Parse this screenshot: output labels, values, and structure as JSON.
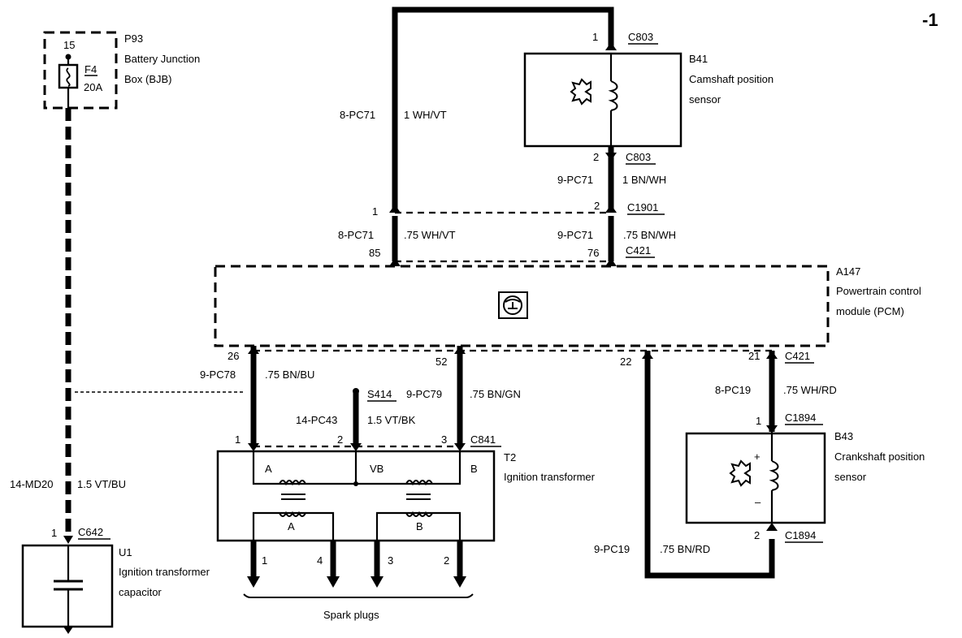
{
  "page_marker": "-1",
  "bjb": {
    "pin": "15",
    "id": "P93",
    "line1": "Battery Junction",
    "line2": "Box (BJB)",
    "fuse_id": "F4",
    "fuse_rating": "20A"
  },
  "cmp": {
    "id": "B41",
    "line1": "Camshaft position",
    "line2": "sensor",
    "conn_top": "C803",
    "conn_bottom": "C803",
    "pin_top": "1",
    "pin_bottom": "2"
  },
  "wires": {
    "w8pc71_upper_circuit": "8-PC71",
    "w8pc71_upper_color": "1 WH/VT",
    "w9pc71_upper_circuit": "9-PC71",
    "w9pc71_upper_color": "1 BN/WH",
    "w8pc71_lower_circuit": "8-PC71",
    "w8pc71_lower_color": ".75 WH/VT",
    "w9pc71_lower_circuit": "9-PC71",
    "w9pc71_lower_color": ".75 BN/WH",
    "w9pc78_circuit": "9-PC78",
    "w9pc78_color": ".75 BN/BU",
    "w14pc43_circuit": "14-PC43",
    "w14pc43_color": "1.5 VT/BK",
    "w9pc79_circuit": "9-PC79",
    "w9pc79_color": ".75 BN/GN",
    "w8pc19_circuit": "8-PC19",
    "w8pc19_color": ".75 WH/RD",
    "w9pc19_circuit": "9-PC19",
    "w9pc19_color": ".75 BN/RD",
    "w14md20_circuit": "14-MD20",
    "w14md20_color": "1.5 VT/BU"
  },
  "c1901": {
    "id": "C1901",
    "pin_left": "1",
    "pin_right": "2"
  },
  "c421_top": {
    "id": "C421",
    "pin_left": "85",
    "pin_right": "76"
  },
  "pcm": {
    "id": "A147",
    "line1": "Powertrain control",
    "line2": "module (PCM)",
    "pin_26": "26",
    "pin_52": "52",
    "pin_22": "22",
    "pin_21": "21",
    "conn": "C421"
  },
  "s414": "S414",
  "t2": {
    "id": "T2",
    "name": "Ignition transformer",
    "conn": "C841",
    "pin1": "1",
    "pin2": "2",
    "pin3": "3",
    "coil_a": "A",
    "coil_vb": "VB",
    "coil_b": "B",
    "sec_a": "A",
    "sec_b": "B"
  },
  "ckp": {
    "id": "B43",
    "line1": "Crankshaft position",
    "line2": "sensor",
    "conn_top": "C1894",
    "conn_bottom": "C1894",
    "pin_top": "1",
    "pin_bottom": "2",
    "plus": "+",
    "minus": "–"
  },
  "u1": {
    "id": "U1",
    "line1": "Ignition transformer",
    "line2": "capacitor",
    "conn": "C642",
    "pin": "1"
  },
  "plugs": {
    "label": "Spark plugs",
    "p1": "1",
    "p4": "4",
    "p3": "3",
    "p2": "2"
  }
}
